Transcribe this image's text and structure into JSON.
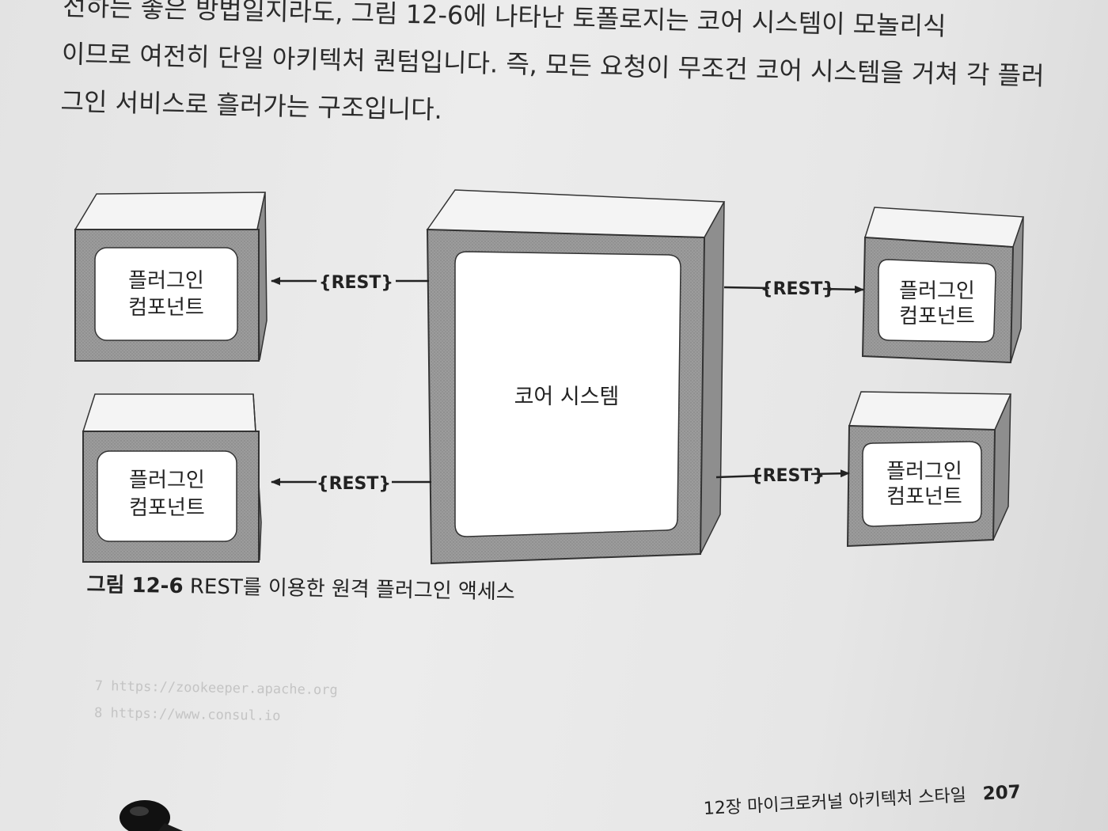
{
  "body_text": {
    "line1": "선하는 좋은 방법일지라도, 그림 12-6에 나타난 토폴로지는 코어 시스템이 모놀리식",
    "line2": "이므로 여전히 단일 아키텍처 퀀텀입니다. 즉, 모든 요청이 무조건 코어 시스템을 거쳐 각 플러",
    "line3": "그인 서비스로 흘러가는 구조입니다."
  },
  "figure": {
    "core_label": "코어 시스템",
    "plugin_line1": "플러그인",
    "plugin_line2": "컴포넌트",
    "rest_label": "{REST}"
  },
  "caption": {
    "number": "그림 12-6",
    "text": "REST를 이용한 원격 플러그인 액세스"
  },
  "footnotes": {
    "note1": "7  https://zookeeper.apache.org",
    "note2": "8  https://www.consul.io"
  },
  "footer": {
    "chapter": "12장 마이크로커널 아키텍처 스타일",
    "page_number": "207"
  },
  "colors": {
    "shade": "#8c8c8c",
    "frame": "#9a9a9a",
    "face": "#ffffff",
    "ink": "#222222"
  }
}
